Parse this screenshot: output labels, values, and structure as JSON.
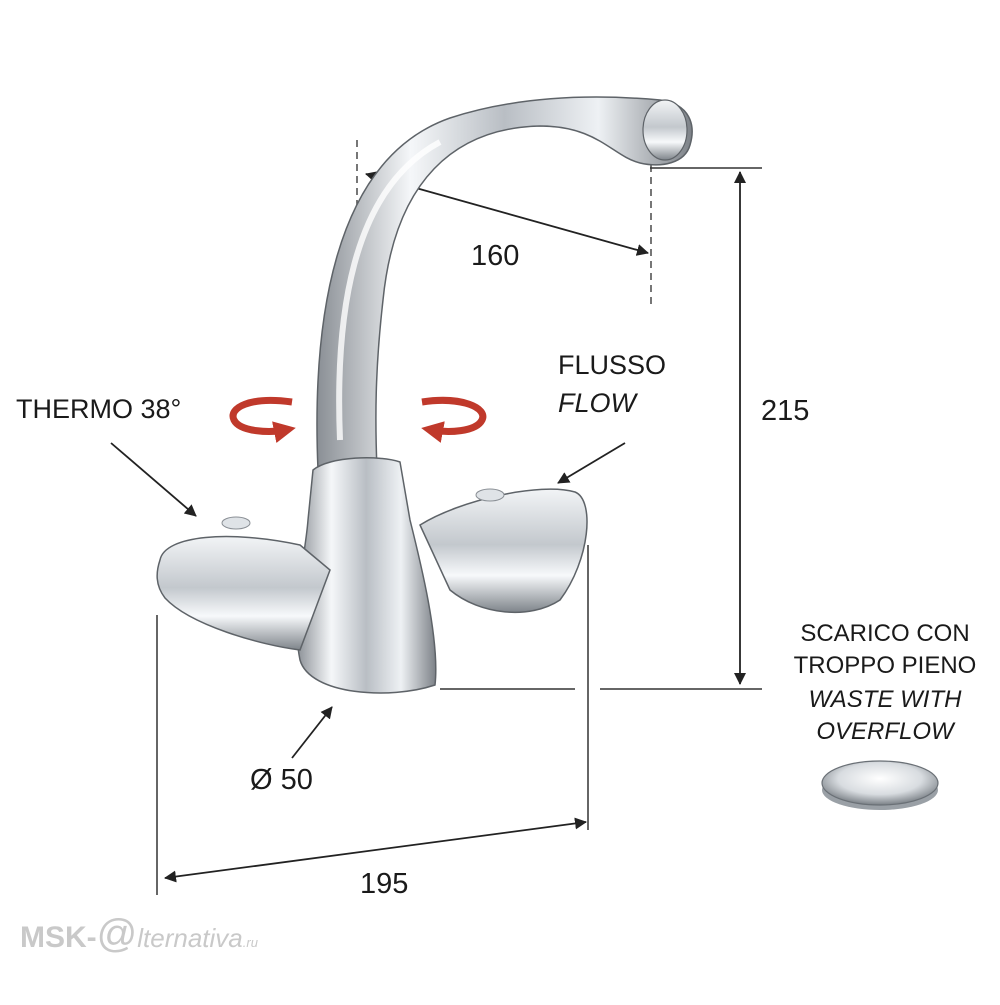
{
  "dimensions": {
    "spout_reach": "160",
    "height": "215",
    "width": "195",
    "diameter": "Ø 50"
  },
  "labels": {
    "thermo": "THERMO 38°",
    "flow_it": "FLUSSO",
    "flow_en": "FLOW",
    "waste_it_1": "SCARICO CON",
    "waste_it_2": "TROPPO PIENO",
    "waste_en_1": "WASTE WITH",
    "waste_en_2": "OVERFLOW"
  },
  "watermark": {
    "prefix": "MSK-",
    "at": "@",
    "suffix": "lternativa",
    "tld": ".ru"
  },
  "colors": {
    "rotation_arrow": "#c0392b",
    "line": "#222222",
    "chrome_dark": "#6e7378",
    "chrome_light": "#f4f6f8"
  }
}
